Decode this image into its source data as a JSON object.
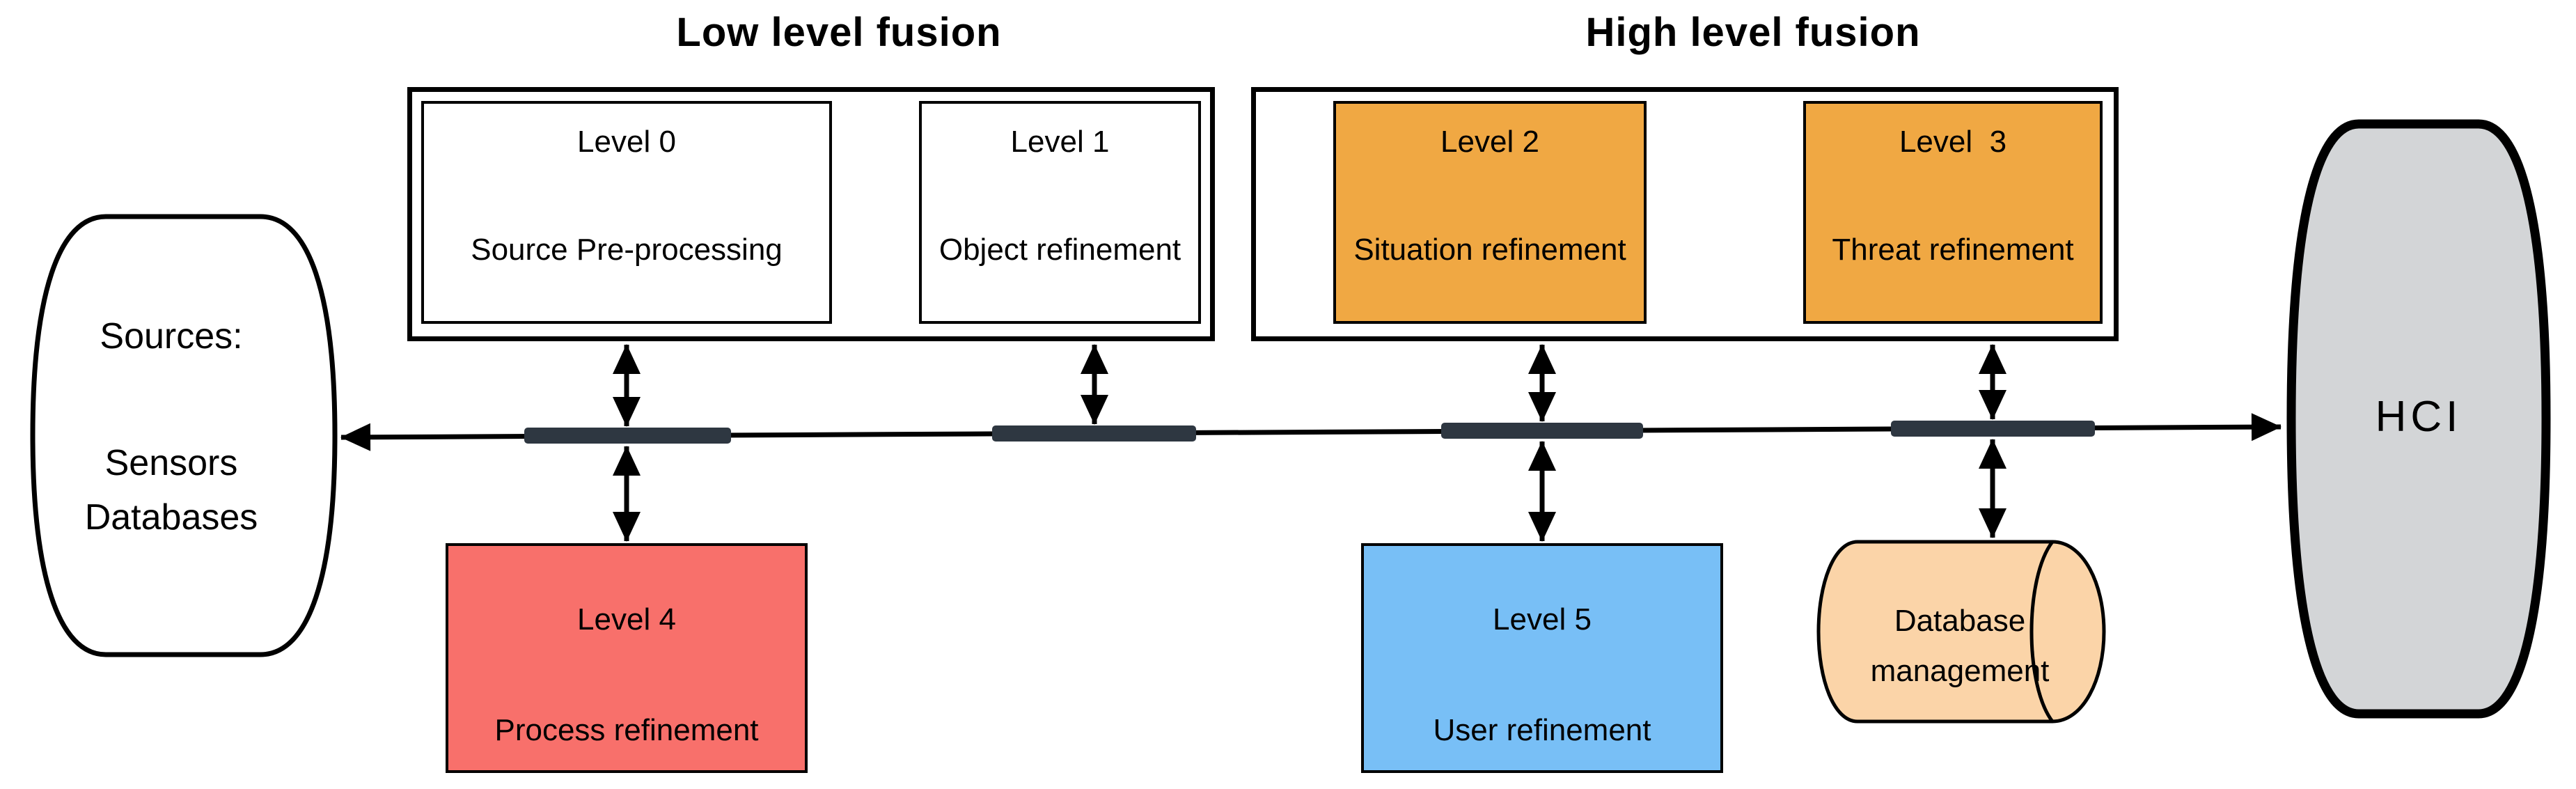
{
  "titles": {
    "low": "Low level fusion",
    "high": "High level fusion"
  },
  "sources": {
    "title": "Sources:",
    "items": [
      "Sensors",
      "Databases"
    ]
  },
  "hci": {
    "label": "HCI"
  },
  "levels": {
    "level0": {
      "title": "Level 0",
      "subtitle": "Source Pre-processing"
    },
    "level1": {
      "title": "Level 1",
      "subtitle": "Object refinement"
    },
    "level2": {
      "title": "Level 2",
      "subtitle": "Situation refinement"
    },
    "level3": {
      "title": "Level  3",
      "subtitle": "Threat refinement"
    },
    "level4": {
      "title": "Level 4",
      "subtitle": "Process refinement"
    },
    "level5": {
      "title": "Level 5",
      "subtitle": "User refinement"
    }
  },
  "database": {
    "line1": "Database",
    "line2": "management"
  },
  "colors": {
    "level23": "#F0A843",
    "level4": "#F8706B",
    "level5": "#78BFF6",
    "database": "#FBD4A8",
    "hci": "#D3D5D7",
    "bus_node": "#2E3741",
    "line": "#000000"
  }
}
